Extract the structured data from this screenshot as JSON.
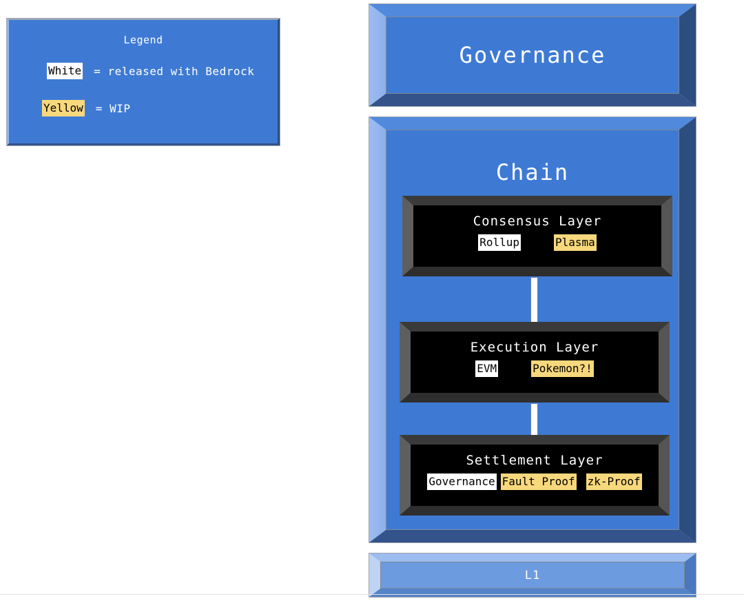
{
  "legend": {
    "title": "Legend",
    "rows": [
      {
        "tag": "White",
        "style": "white",
        "text": "= released with Bedrock"
      },
      {
        "tag": "Yellow",
        "style": "yellow",
        "text": "= WIP"
      }
    ]
  },
  "governance": {
    "title": "Governance"
  },
  "chain": {
    "title": "Chain",
    "layers": [
      {
        "title": "Consensus Layer",
        "tags": [
          {
            "label": "Rollup",
            "style": "white"
          },
          {
            "label": "Plasma",
            "style": "yellow"
          }
        ]
      },
      {
        "title": "Execution Layer",
        "tags": [
          {
            "label": "EVM",
            "style": "white"
          },
          {
            "label": "Pokemon?!",
            "style": "yellow"
          }
        ]
      },
      {
        "title": "Settlement Layer",
        "tags": [
          {
            "label": "Governance",
            "style": "white"
          },
          {
            "label": "Fault Proof",
            "style": "yellow"
          },
          {
            "label": "zk-Proof",
            "style": "yellow"
          }
        ]
      }
    ]
  },
  "l1": {
    "title": "L1"
  },
  "colors": {
    "panel_blue": "#3E7AD4",
    "bevel_light": "#93B4EC",
    "bevel_dark": "#2C4E7E",
    "bevel_bottom": "#33538A",
    "l1_blue": "#6C9BE0",
    "l1_bevel_light": "#AFC9F0",
    "box_black": "#000000",
    "box_frame": "#4A4A4A",
    "tag_white": "#FFFFFF",
    "tag_yellow": "#F7D87C",
    "connector": "#FFFFFF"
  }
}
